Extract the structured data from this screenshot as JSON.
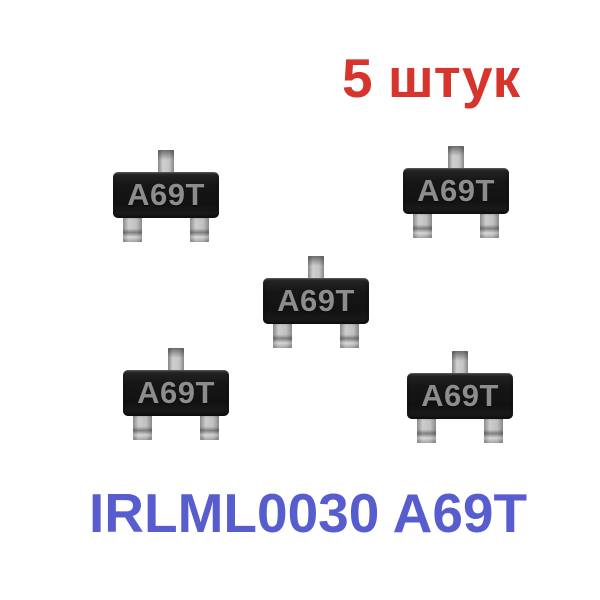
{
  "page": {
    "background_color": "#ffffff"
  },
  "header": {
    "quantity_label": "5 штук",
    "quantity_color": "#d8342e"
  },
  "footer": {
    "product_title": "IRLML0030 A69T",
    "title_color": "#575cce"
  },
  "chip": {
    "marking": "A69T",
    "count": 5,
    "package": "SOT-23",
    "body_color": "#161616",
    "marking_color": "#8d8d8d",
    "lead_color": "#c0c0c0"
  }
}
